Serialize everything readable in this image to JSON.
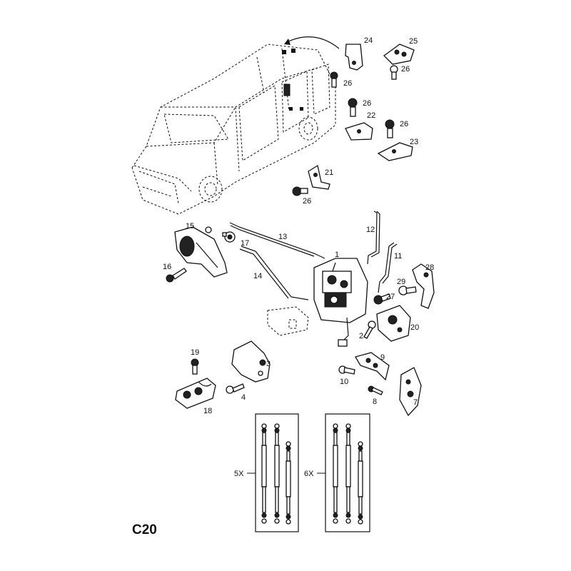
{
  "page_code": "C20",
  "callouts": {
    "c1": "1",
    "c2": "2",
    "c3": "3",
    "c4": "4",
    "c7": "7",
    "c8": "8",
    "c9": "9",
    "c10": "10",
    "c11": "11",
    "c12": "12",
    "c13": "13",
    "c14": "14",
    "c15": "15",
    "c16": "16",
    "c17": "17",
    "c18": "18",
    "c19": "19",
    "c20": "20",
    "c21": "21",
    "c22": "22",
    "c23": "23",
    "c24": "24",
    "c25": "25",
    "c26a": "26",
    "c26b": "26",
    "c26c": "26",
    "c26d": "26",
    "c26e": "26",
    "c27": "27",
    "c28": "28",
    "c29": "29"
  },
  "kits": {
    "left": "5X",
    "right": "6X"
  }
}
